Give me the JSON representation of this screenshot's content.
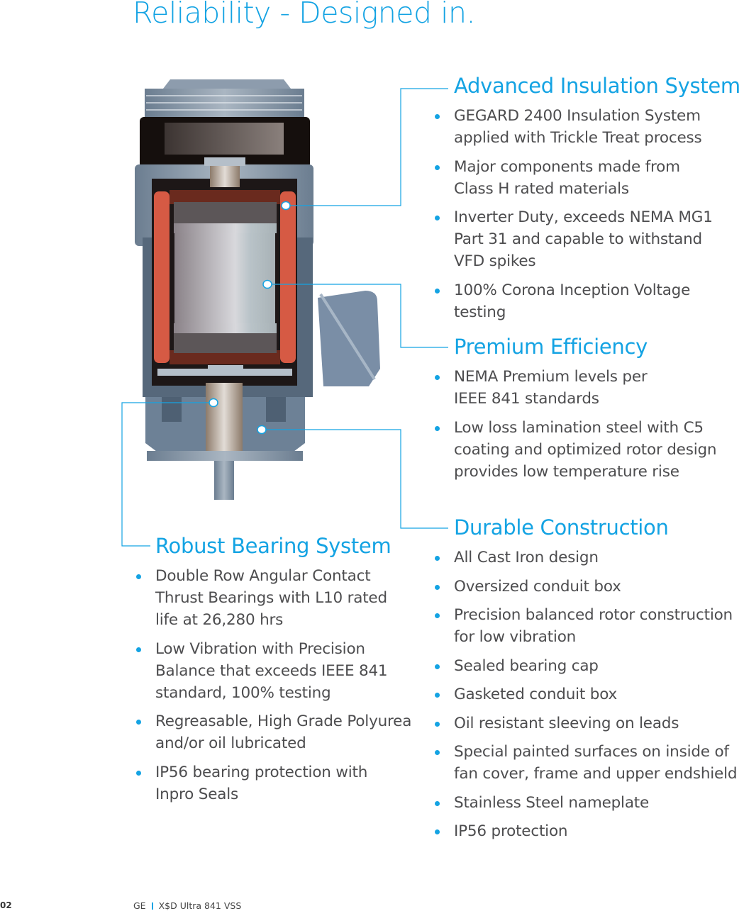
{
  "title": "Reliability - Designed in.",
  "accent_color": "#14a3e3",
  "sections": {
    "insulation": {
      "heading": "Advanced Insulation System",
      "items": [
        "GEGARD 2400 Insulation System\napplied with Trickle Treat process",
        "Major components made from\nClass H rated materials",
        "Inverter Duty, exceeds NEMA MG1\nPart 31 and capable to withstand\nVFD spikes",
        "100% Corona Inception Voltage testing"
      ]
    },
    "efficiency": {
      "heading": "Premium Efficiency",
      "items": [
        "NEMA Premium levels per\nIEEE 841 standards",
        "Low loss lamination steel with C5\ncoating and optimized rotor design\nprovides low temperature rise"
      ]
    },
    "durable": {
      "heading": "Durable Construction",
      "items": [
        "All Cast Iron design",
        "Oversized conduit box",
        "Precision balanced rotor construction\nfor low vibration",
        "Sealed bearing cap",
        "Gasketed conduit box",
        "Oil resistant sleeving on leads",
        "Special painted surfaces on inside of\nfan cover, frame and upper endshield",
        "Stainless Steel nameplate",
        "IP56 protection"
      ]
    },
    "bearing": {
      "heading": "Robust Bearing System",
      "items": [
        "Double Row Angular Contact\nThrust Bearings with L10 rated\nlife at 26,280 hrs",
        "Low Vibration with Precision\nBalance that exceeds IEEE 841\nstandard, 100% testing",
        "Regreasable, High Grade Polyurea\nand/or oil lubricated",
        "IP56 bearing protection with\nInpro Seals"
      ]
    }
  },
  "footer": {
    "page_number": "02",
    "brand": "GE",
    "product": "X$D Ultra 841 VSS"
  }
}
